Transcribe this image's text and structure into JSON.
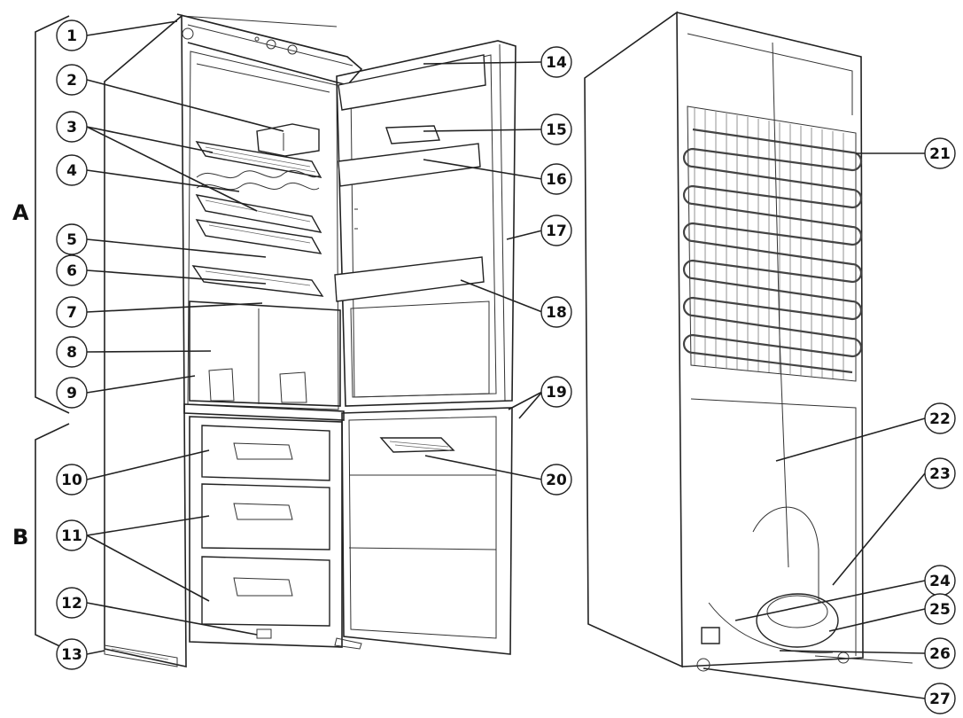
{
  "sections": {
    "a": "A",
    "b": "B"
  },
  "callouts": {
    "c1": "1",
    "c2": "2",
    "c3": "3",
    "c4": "4",
    "c5": "5",
    "c6": "6",
    "c7": "7",
    "c8": "8",
    "c9": "9",
    "c10": "10",
    "c11": "11",
    "c12": "12",
    "c13": "13",
    "c14": "14",
    "c15": "15",
    "c16": "16",
    "c17": "17",
    "c18": "18",
    "c19": "19",
    "c20": "20",
    "c21": "21",
    "c22": "22",
    "c23": "23",
    "c24": "24",
    "c25": "25",
    "c26": "26",
    "c27": "27"
  },
  "colors": {
    "line": "#222222",
    "background": "#ffffff"
  }
}
